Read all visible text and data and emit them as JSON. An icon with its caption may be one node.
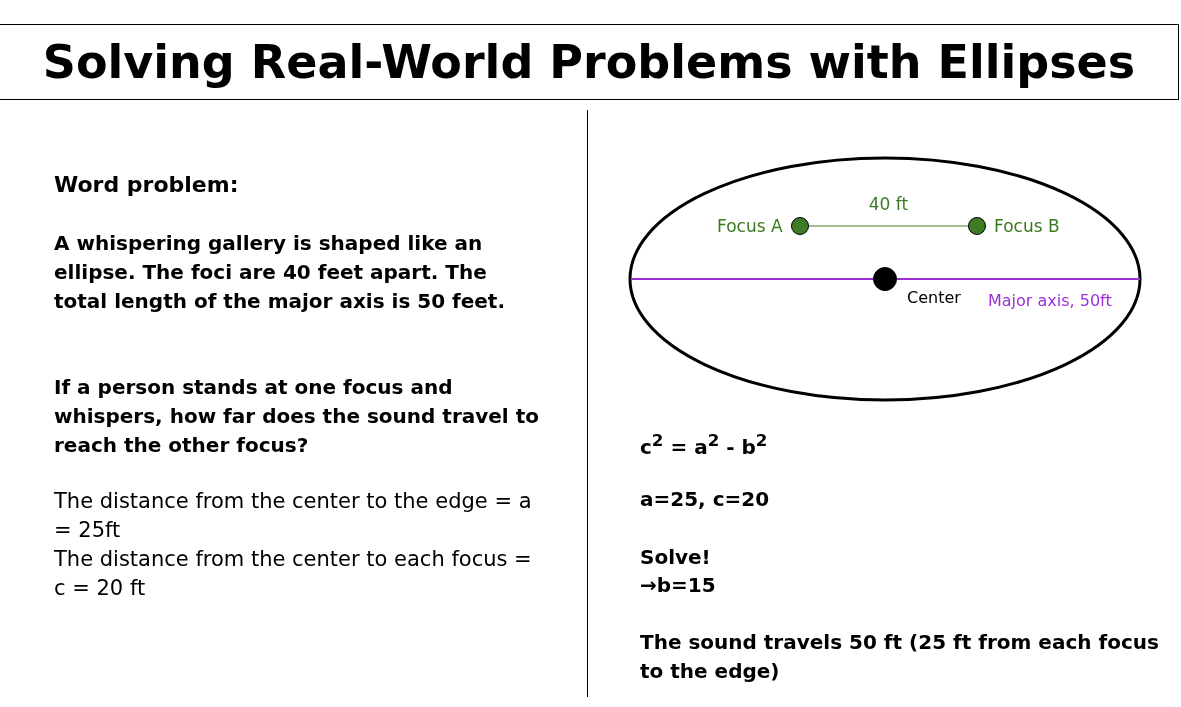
{
  "diagram": {
    "title": "Solving Real-World Problems with Ellipses",
    "nodes": [
      {
        "text": [],
        "shape": "circle",
        "beside": [
          "Focus A"
        ]
      },
      {
        "text": [],
        "shape": "circle",
        "beside": [
          "Focus B"
        ]
      },
      {
        "text": [],
        "shape": "circle",
        "beside": [
          "Center"
        ]
      }
    ],
    "edges": [
      {
        "from": 0,
        "to": 1,
        "arrow": "none",
        "label": "40 ft"
      }
    ],
    "labels": [
      "Word problem:",
      "A whispering gallery is shaped like an ellipse. The foci are 40 feet apart. The total length of the major axis is 50 feet.",
      "If a person stands at one focus and whispers, how far does the sound travel to reach the other focus?",
      "The distance from the center to the edge = a = 25ft",
      "The distance from the center to each focus = c = 20 ft",
      "Major axis, 50ft",
      "c$^{2}$ = a$^{2}$ - b$^{2}$",
      "a=25, c=20",
      "Solve!",
      "→b=15",
      "The sound travels 50 ft (25 ft from each focus to the edge)"
    ]
  }
}
